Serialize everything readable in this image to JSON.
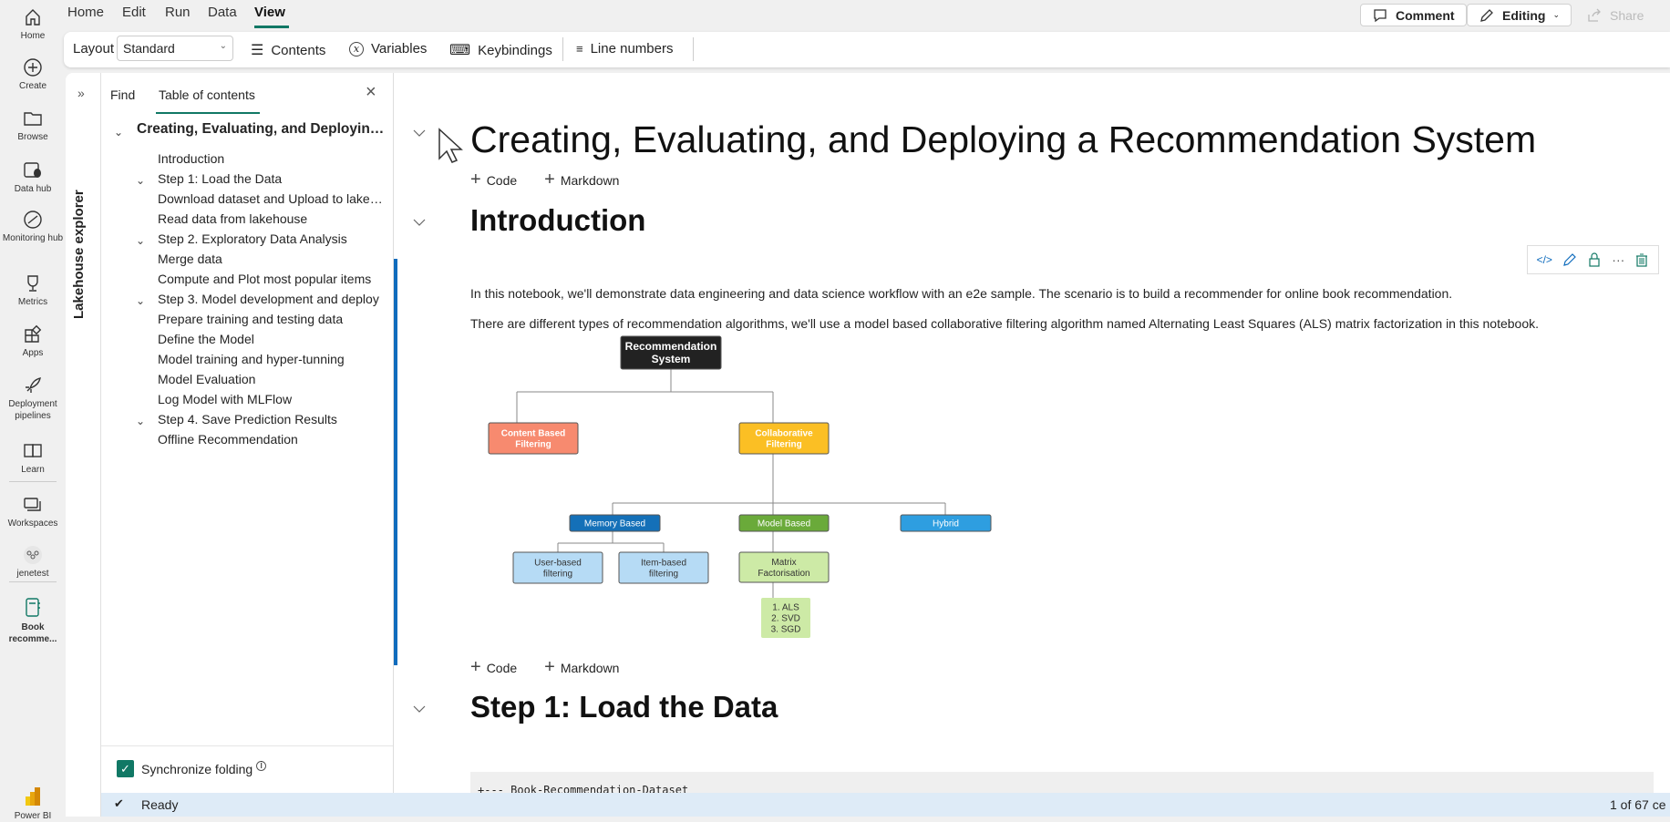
{
  "rail": {
    "items": [
      {
        "label": "Home",
        "icon": "home-icon"
      },
      {
        "label": "Create",
        "icon": "plus-circle-icon"
      },
      {
        "label": "Browse",
        "icon": "folder-icon"
      },
      {
        "label": "Data hub",
        "icon": "data-hub-icon"
      },
      {
        "label": "Monitoring hub",
        "icon": "monitoring-icon"
      },
      {
        "label": "Metrics",
        "icon": "trophy-icon"
      },
      {
        "label": "Apps",
        "icon": "apps-icon"
      },
      {
        "label": "Deployment pipelines",
        "icon": "rocket-icon"
      },
      {
        "label": "Learn",
        "icon": "book-open-icon"
      },
      {
        "label": "Workspaces",
        "icon": "workspaces-icon"
      },
      {
        "label": "jenetest",
        "icon": "group-icon"
      },
      {
        "label": "Book recomme...",
        "icon": "notebook-icon"
      },
      {
        "label": "Power BI",
        "icon": "powerbi-logo-icon"
      }
    ]
  },
  "menu": {
    "items": [
      "Home",
      "Edit",
      "Run",
      "Data",
      "View"
    ],
    "active": "View"
  },
  "top_buttons": {
    "comment": "Comment",
    "editing": "Editing",
    "share": "Share"
  },
  "toolbar": {
    "layout_label": "Layout",
    "layout_value": "Standard",
    "contents": "Contents",
    "variables": "Variables",
    "keybindings": "Keybindings",
    "line_numbers": "Line numbers"
  },
  "lakehouse": {
    "label": "Lakehouse explorer"
  },
  "toc": {
    "tabs": [
      "Find",
      "Table of contents"
    ],
    "active_tab": "Table of contents",
    "root": "Creating, Evaluating, and Deploying a Recommendation System",
    "items": [
      {
        "label": "Introduction",
        "level": 2,
        "collapsible": false
      },
      {
        "label": "Step 1: Load the Data",
        "level": 2,
        "collapsible": true
      },
      {
        "label": "Download dataset and Upload to lakehouse",
        "level": 3,
        "collapsible": false
      },
      {
        "label": "Read data from lakehouse",
        "level": 3,
        "collapsible": false
      },
      {
        "label": "Step 2. Exploratory Data Analysis",
        "level": 2,
        "collapsible": true
      },
      {
        "label": "Merge data",
        "level": 3,
        "collapsible": false
      },
      {
        "label": "Compute and Plot most popular items",
        "level": 3,
        "collapsible": false
      },
      {
        "label": "Step 3. Model development and deploy",
        "level": 2,
        "collapsible": true
      },
      {
        "label": "Prepare training and testing data",
        "level": 3,
        "collapsible": false
      },
      {
        "label": "Define the Model",
        "level": 3,
        "collapsible": false
      },
      {
        "label": "Model training and hyper-tunning",
        "level": 3,
        "collapsible": false
      },
      {
        "label": "Model Evaluation",
        "level": 3,
        "collapsible": false
      },
      {
        "label": "Log Model with MLFlow",
        "level": 3,
        "collapsible": false
      },
      {
        "label": "Step 4. Save Prediction Results",
        "level": 2,
        "collapsible": true
      },
      {
        "label": "Offline Recommendation",
        "level": 3,
        "collapsible": false
      }
    ],
    "sync_label": "Synchronize folding",
    "sync_checked": true
  },
  "notebook": {
    "title": "Creating, Evaluating, and Deploying a Recommendation System",
    "add_code": "Code",
    "add_markdown": "Markdown",
    "intro_heading": "Introduction",
    "intro_p1": "In this notebook, we'll demonstrate data engineering and data science workflow with an e2e sample. The scenario is to build a recommender for online book recommendation.",
    "intro_p2": "There are different types of recommendation algorithms, we'll use a model based collaborative filtering algorithm named Alternating Least Squares (ALS) matrix factorization in this notebook.",
    "step1_heading": "Step 1: Load the Data",
    "code_line": "+--- Book-Recommendation-Dataset",
    "diagram": {
      "root": [
        "Recommendation",
        "System"
      ],
      "content": [
        "Content Based",
        "Filtering"
      ],
      "collab": [
        "Collaborative",
        "Filtering"
      ],
      "memory": "Memory Based",
      "model": "Model Based",
      "hybrid": "Hybrid",
      "user": [
        "User-based",
        "filtering"
      ],
      "item": [
        "Item-based",
        "filtering"
      ],
      "matrix": [
        "Matrix",
        "Factorisation"
      ],
      "algos": [
        "1. ALS",
        "2. SVD",
        "3. SGD"
      ],
      "colors": {
        "root": "#222222",
        "content": "#f78a6f",
        "collab": "#fbbf24",
        "memory": "#1470b8",
        "model": "#6aaa3a",
        "hybrid": "#2e9ee0",
        "leaf": "#b6dbf5",
        "matrix": "#cdeaa6"
      }
    }
  },
  "status": {
    "text": "Ready",
    "cells": "1 of 67 ce"
  },
  "colors": {
    "accent": "#117865",
    "active_cell": "#0f6cbd",
    "status_bg": "#deebf7"
  }
}
